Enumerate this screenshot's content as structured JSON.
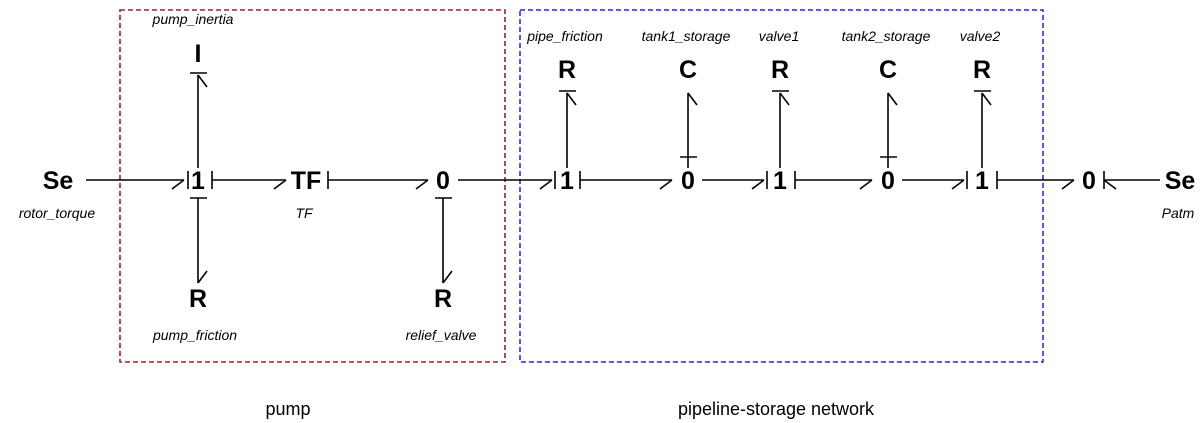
{
  "colors": {
    "pump_box": "#a32020",
    "network_box": "#1f2fe6",
    "ink": "#000000"
  },
  "groups": {
    "pump": "pump",
    "network": "pipeline-storage network"
  },
  "nodes": {
    "se_left": "Se",
    "j1_pump": "1",
    "tf": "TF",
    "j0_relief": "0",
    "i_pump": "I",
    "r_pump": "R",
    "r_relief": "R",
    "j1_pipe": "1",
    "r_pipe": "R",
    "j0_tank1": "0",
    "c_tank1": "C",
    "j1_valve1": "1",
    "r_valve1": "R",
    "j0_tank2": "0",
    "c_tank2": "C",
    "j1_valve2": "1",
    "r_valve2": "R",
    "j0_atm": "0",
    "se_right": "Se"
  },
  "labels": {
    "rotor_torque": "rotor_torque",
    "pump_inertia": "pump_inertia",
    "tf": "TF",
    "pump_friction": "pump_friction",
    "relief_valve": "relief_valve",
    "pipe_friction": "pipe_friction",
    "tank1_storage": "tank1_storage",
    "valve1": "valve1",
    "tank2_storage": "tank2_storage",
    "valve2": "valve2",
    "patm": "Patm"
  }
}
